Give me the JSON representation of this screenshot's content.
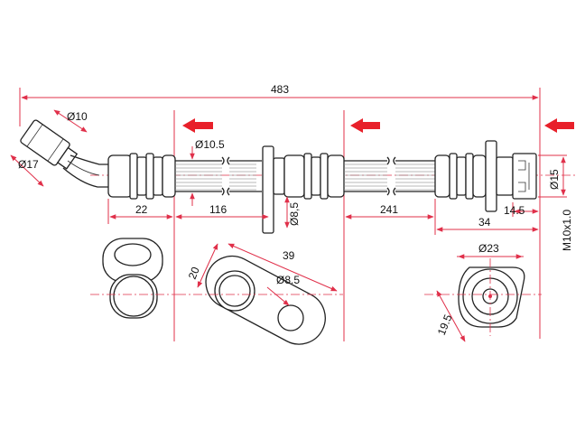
{
  "dimensions": {
    "overall_length": "483",
    "fitting_diameter": "Ø10",
    "nut_diameter": "Ø17",
    "hose_diameter": "Ø10.5",
    "bracket_hole": "Ø8,5",
    "left_segment": "22",
    "left_span": "116",
    "right_span": "241",
    "right_fitting": "34",
    "thread_offset": "14.5",
    "thread_diameter": "Ø15",
    "thread_spec": "M10x1.0",
    "bracket_length": "39",
    "bracket_width": "20",
    "bracket_hole_view": "Ø8.5",
    "right_bracket_diameter": "Ø23",
    "right_bracket_height": "19.5"
  },
  "colors": {
    "dimension_line": "#e0304a",
    "arrow": "#e8202a",
    "outline": "#222222"
  }
}
